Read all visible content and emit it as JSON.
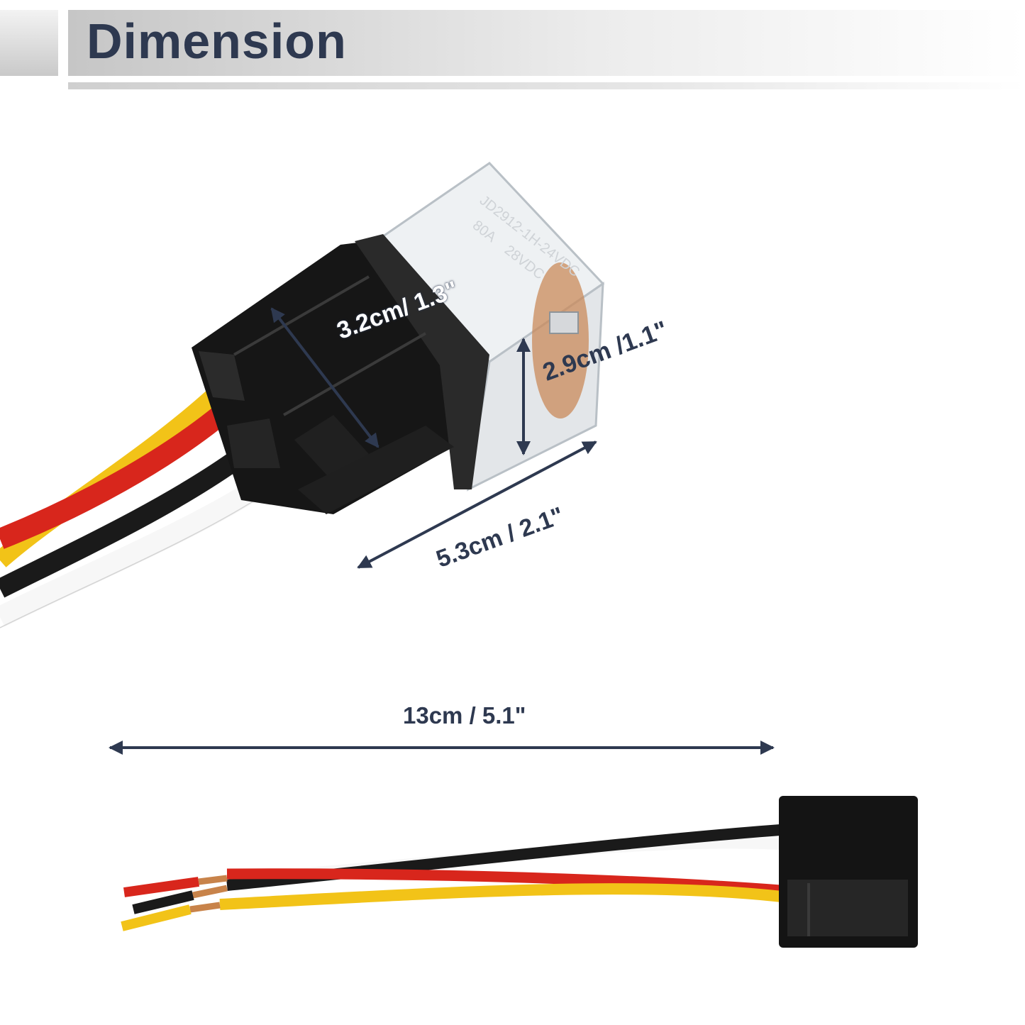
{
  "header": {
    "title": "Dimension"
  },
  "dimensions": {
    "width_label": "3.2cm/ 1.3\"",
    "height_label": "2.9cm /1.1\"",
    "length_label": "5.3cm / 2.1\"",
    "wire_label": "13cm / 5.1\""
  },
  "relay": {
    "marking_model": "JD2912-1H-24VDC",
    "marking_current": "80A",
    "marking_voltage": "28VDC"
  },
  "colors": {
    "accent": "#2e3950",
    "wire_red": "#d8261c",
    "wire_yellow": "#f2c318",
    "wire_black": "#1a1a1a",
    "wire_white": "#f7f7f7"
  }
}
